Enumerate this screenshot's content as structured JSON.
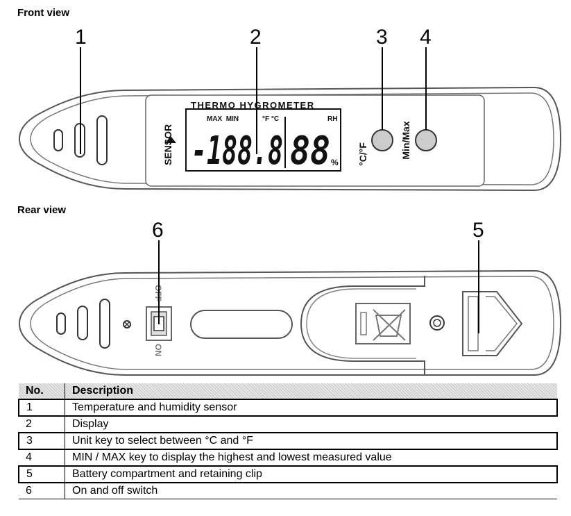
{
  "front_view_title": "Front view",
  "rear_view_title": "Rear view",
  "callouts": {
    "c1": "1",
    "c2": "2",
    "c3": "3",
    "c4": "4",
    "c5": "5",
    "c6": "6"
  },
  "device": {
    "lcd_title": "THERMO HYGROMETER",
    "lcd_max_min": "MAX  MIN",
    "lcd_units": "°F °C",
    "lcd_rh": "RH",
    "lcd_temp_digits": "-188.8",
    "lcd_hum_digits": "88",
    "lcd_percent": "%",
    "sensor_label": "SENSOR",
    "unit_key_label": "°C/°F",
    "minmax_key_label": "Min/Max",
    "switch_off": "OFF",
    "switch_on": "ON"
  },
  "table": {
    "headers": [
      "No.",
      "Description"
    ],
    "rows": [
      {
        "no": "1",
        "description": "Temperature and humidity sensor"
      },
      {
        "no": "2",
        "description": "Display"
      },
      {
        "no": "3",
        "description": "Unit key to select between °C and °F"
      },
      {
        "no": "4",
        "description": "MIN / MAX key to display the highest and lowest measured value"
      },
      {
        "no": "5",
        "description": "Battery compartment and retaining clip"
      },
      {
        "no": "6",
        "description": "On and off switch"
      }
    ]
  }
}
